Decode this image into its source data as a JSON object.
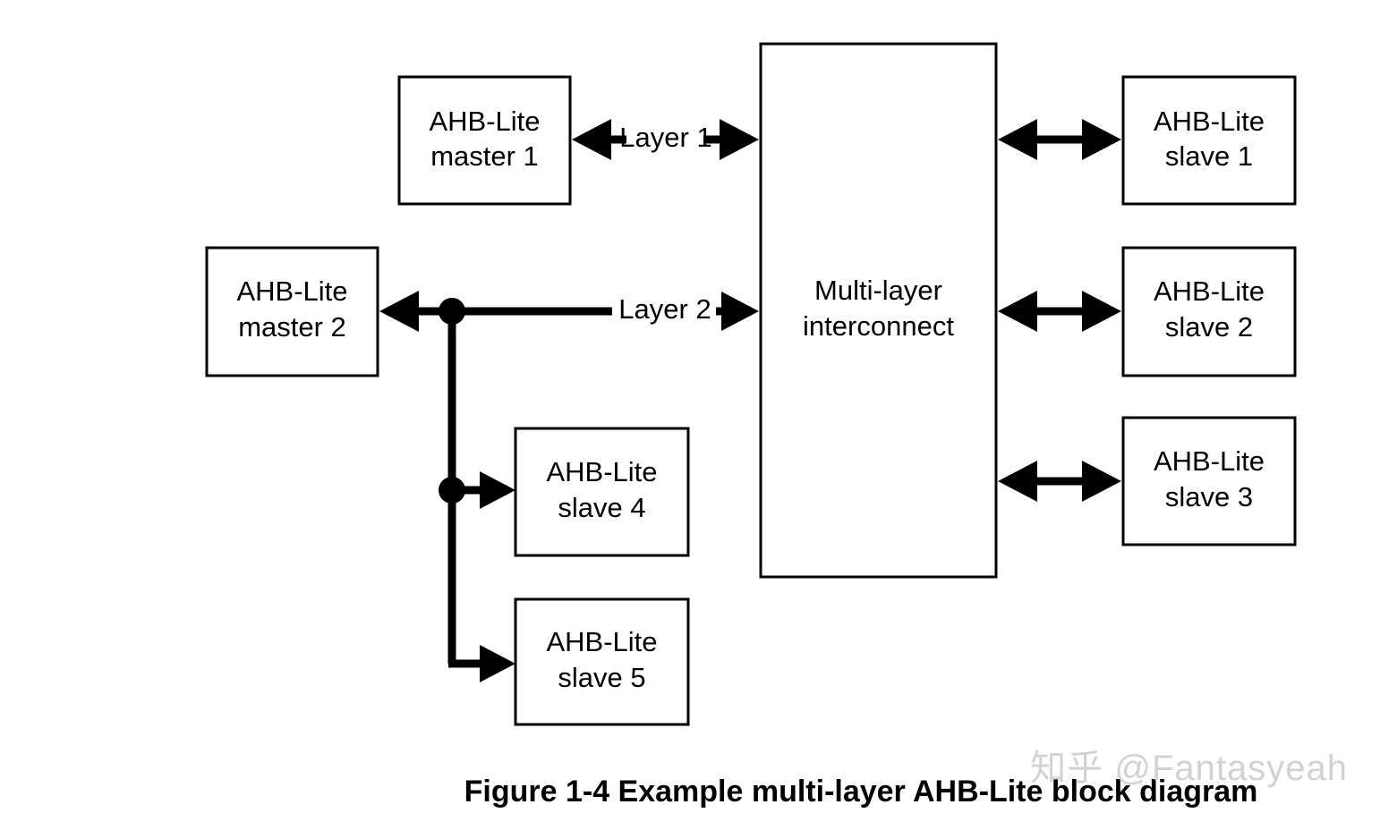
{
  "figure": {
    "caption": "Figure 1-4 Example multi-layer AHB-Lite block diagram",
    "watermark": "知乎 @Fantasyeah"
  },
  "blocks": {
    "master1": {
      "line1": "AHB-Lite",
      "line2": "master 1"
    },
    "master2": {
      "line1": "AHB-Lite",
      "line2": "master 2"
    },
    "interconnect": {
      "line1": "Multi-layer",
      "line2": "interconnect"
    },
    "slave1": {
      "line1": "AHB-Lite",
      "line2": "slave 1"
    },
    "slave2": {
      "line1": "AHB-Lite",
      "line2": "slave 2"
    },
    "slave3": {
      "line1": "AHB-Lite",
      "line2": "slave 3"
    },
    "slave4": {
      "line1": "AHB-Lite",
      "line2": "slave 4"
    },
    "slave5": {
      "line1": "AHB-Lite",
      "line2": "slave 5"
    }
  },
  "edges": {
    "layer1_label": "Layer 1",
    "layer2_label": "Layer 2"
  },
  "colors": {
    "stroke": "#000000",
    "fill": "#ffffff",
    "watermark": "#d2d2d2"
  }
}
